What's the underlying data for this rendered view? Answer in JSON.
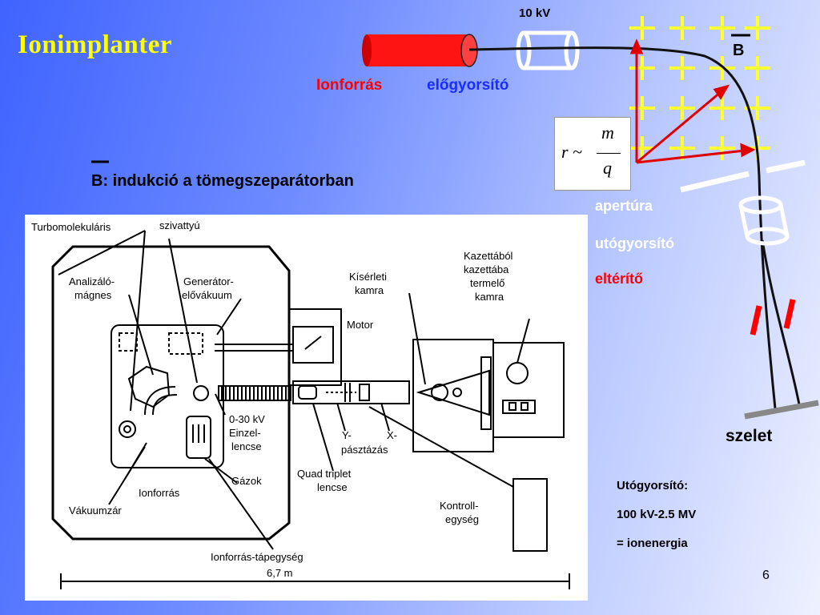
{
  "slide": {
    "title": "Ionimplanter",
    "page_number": "6"
  },
  "beamline": {
    "voltage_label": "10 kV",
    "ion_source_label": "Ionforrás",
    "preaccelerator_label": "előgyorsító",
    "field_symbol": "B",
    "aperture_label": "apertúra",
    "postaccelerator_label": "utógyorsító",
    "deflector_label": "eltérítő",
    "wafer_label": "szelet",
    "induction_note": "B: indukció a tömegszeparátorban"
  },
  "formula": {
    "lhs": "r ~",
    "numerator": "m",
    "denominator": "q"
  },
  "info_box": {
    "line1": "Utógyorsító:",
    "line2": "100 kV-2.5 MV",
    "line3": "= ionenergia"
  },
  "schematic": {
    "labels": {
      "turbo": "Turbomolekuláris",
      "pump": "szivattyú",
      "analyzer": "Analizáló-",
      "analyzer2": "mágnes",
      "generator": "Generátor-",
      "generator2": "elővákuum",
      "experiment": "Kísérleti",
      "experiment2": "kamra",
      "cassette1": "Kazettából",
      "cassette2": "kazettába",
      "cassette3": "termelő",
      "cassette4": "kamra",
      "motor": "Motor",
      "einzel1": "0-30 kV",
      "einzel2": "Einzel-",
      "einzel3": "lencse",
      "y_scan": "Y-",
      "x_scan": "X-",
      "scan_word": "pásztázás",
      "quad1": "Quad triplet",
      "quad2": "lencse",
      "gases": "Gázok",
      "ion_source": "Ionforrás",
      "vacuum_lock": "Vákuumzár",
      "control1": "Kontroll-",
      "control2": "egység",
      "power_supply": "Ionforrás-tápegység",
      "length": "6,7 m"
    }
  },
  "colors": {
    "title": "#ffff00",
    "accent_red": "#ff0000",
    "field_plus": "#ffff33",
    "arrow": "#e00000"
  }
}
